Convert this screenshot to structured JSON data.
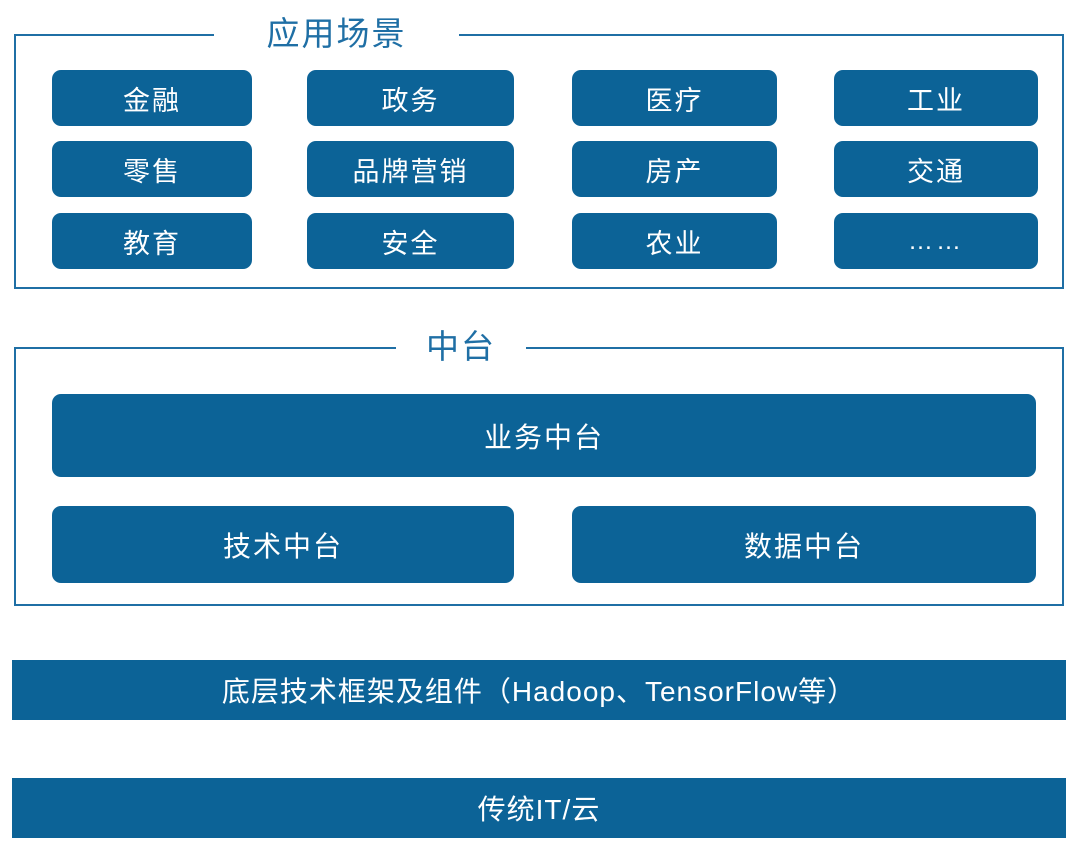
{
  "diagram": {
    "type": "layered-architecture",
    "accent_color": "#1f6fa5",
    "box_color": "#0c6397",
    "box_text_color": "#ffffff",
    "background_color": "#ffffff",
    "sections": [
      {
        "id": "scenario",
        "title": "应用场景",
        "columns": [
          [
            "金融",
            "零售",
            "教育"
          ],
          [
            "政务",
            "品牌营销",
            "安全"
          ],
          [
            "医疗",
            "房产",
            "农业"
          ],
          [
            "工业",
            "交通",
            "……"
          ]
        ]
      },
      {
        "id": "midplatform",
        "title": "中台",
        "rows": [
          [
            "业务中台"
          ],
          [
            "技术中台",
            "数据中台"
          ]
        ]
      }
    ],
    "bars": [
      {
        "id": "tech-stack",
        "label": "底层技术框架及组件（Hadoop、TensorFlow等）"
      },
      {
        "id": "infrastructure",
        "label": "传统IT/云"
      }
    ]
  }
}
